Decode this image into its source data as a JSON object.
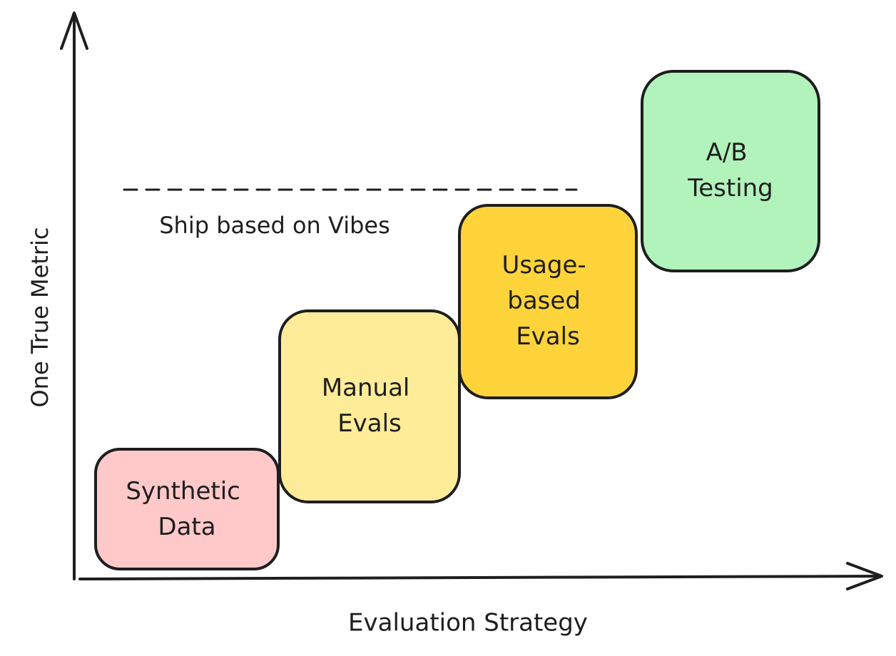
{
  "axes": {
    "y_label": "One True Metric",
    "x_label": "Evaluation Strategy"
  },
  "threshold": {
    "label": "Ship based on Vibes"
  },
  "stages": [
    {
      "id": "synthetic-data",
      "lines": [
        "Synthetic",
        "Data"
      ],
      "fill": "#ffc9c9"
    },
    {
      "id": "manual-evals",
      "lines": [
        "Manual",
        "Evals"
      ],
      "fill": "#ffec99"
    },
    {
      "id": "usage-based-evals",
      "lines": [
        "Usage-",
        "based",
        "Evals"
      ],
      "fill": "#ffd43b"
    },
    {
      "id": "ab-testing",
      "lines": [
        "A/B",
        "Testing"
      ],
      "fill": "#b2f2bb"
    }
  ],
  "colors": {
    "stroke": "#1e1e1e"
  }
}
